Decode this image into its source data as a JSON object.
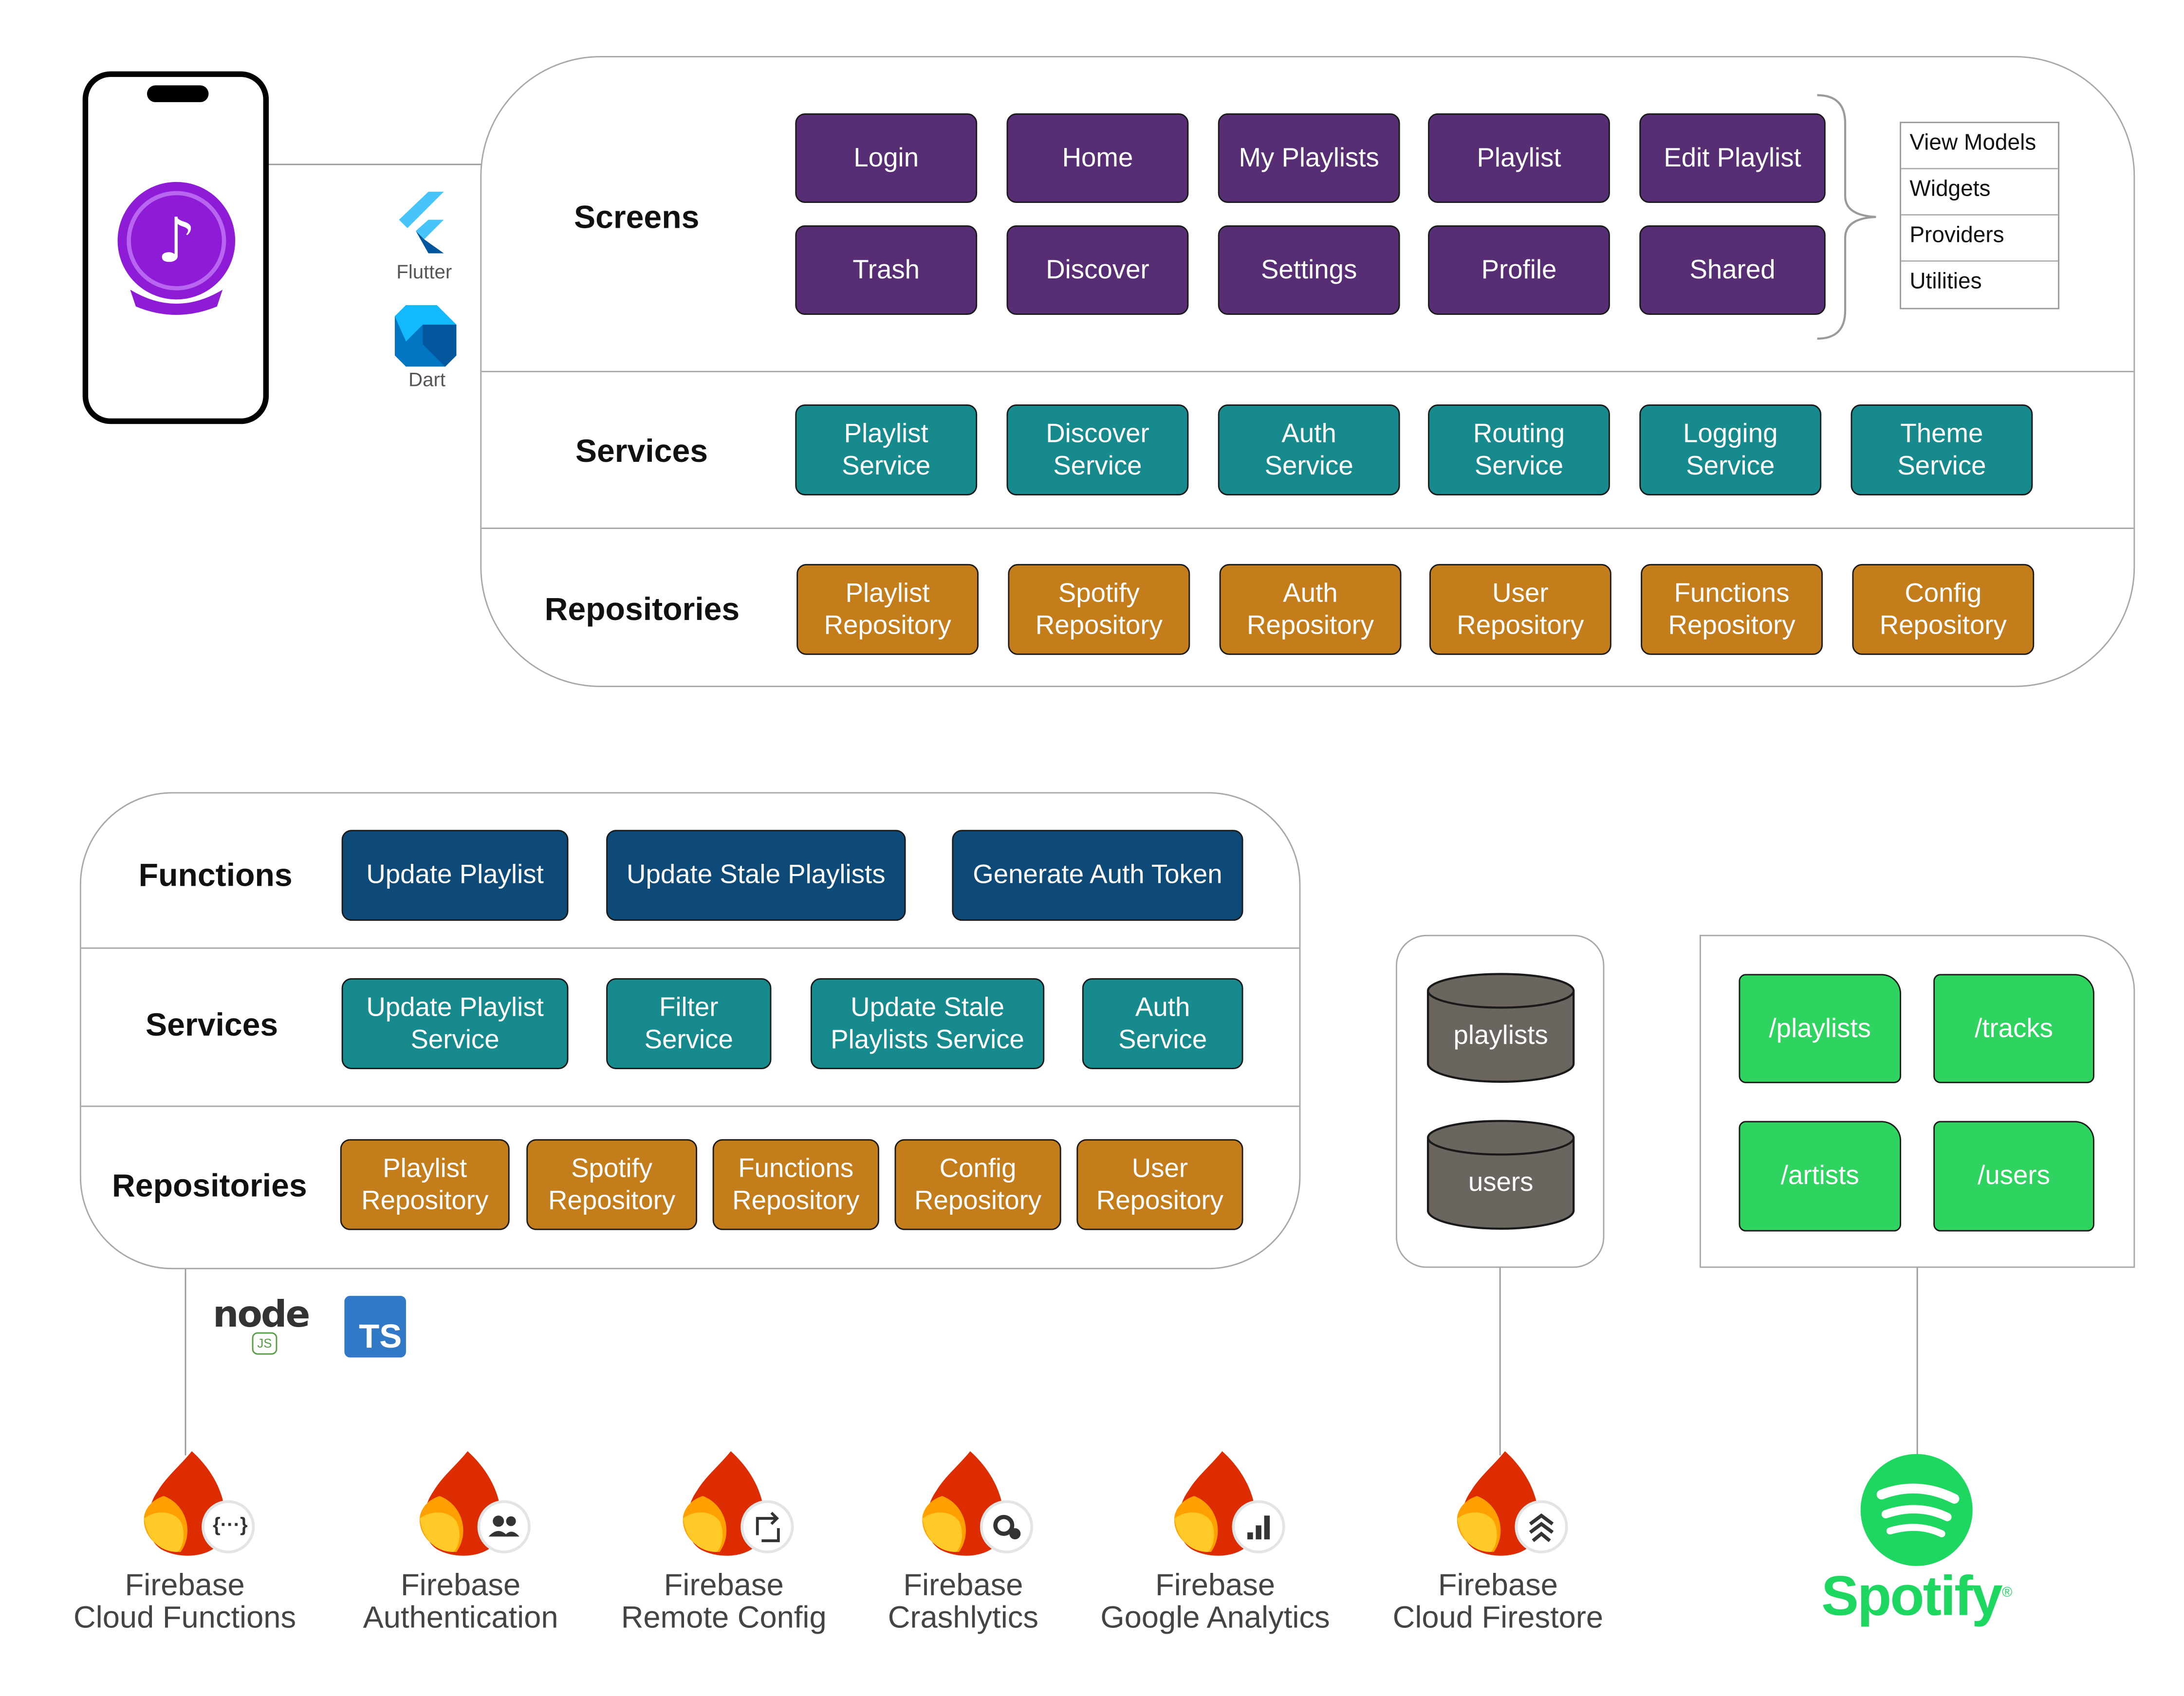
{
  "top": {
    "tech": {
      "flutter": "Flutter",
      "dart": "Dart"
    },
    "layers": {
      "screens": "Screens",
      "services": "Services",
      "repositories": "Repositories"
    },
    "screens": [
      "Login",
      "Home",
      "My Playlists",
      "Playlist",
      "Edit Playlist",
      "Trash",
      "Discover",
      "Settings",
      "Profile",
      "Shared"
    ],
    "screen_parts": [
      "View Models",
      "Widgets",
      "Providers",
      "Utilities"
    ],
    "services": [
      "Playlist\nService",
      "Discover\nService",
      "Auth\nService",
      "Routing\nService",
      "Logging\nService",
      "Theme\nService"
    ],
    "repositories": [
      "Playlist\nRepository",
      "Spotify\nRepository",
      "Auth\nRepository",
      "User\nRepository",
      "Functions\nRepository",
      "Config\nRepository"
    ]
  },
  "backend": {
    "layers": {
      "functions": "Functions",
      "services": "Services",
      "repositories": "Repositories"
    },
    "functions": [
      "Update Playlist",
      "Update Stale Playlists",
      "Generate Auth Token"
    ],
    "services": [
      "Update Playlist\nService",
      "Filter\nService",
      "Update Stale\nPlaylists Service",
      "Auth\nService"
    ],
    "repositories": [
      "Playlist\nRepository",
      "Spotify\nRepository",
      "Functions\nRepository",
      "Config\nRepository",
      "User\nRepository"
    ],
    "tech": {
      "node": "node",
      "node_js": "JS",
      "typescript": "TS"
    }
  },
  "firestore": {
    "collections": [
      "playlists",
      "users"
    ]
  },
  "spotify_api": {
    "endpoints": [
      "/playlists",
      "/tracks",
      "/artists",
      "/users"
    ]
  },
  "firebase": [
    {
      "line1": "Firebase",
      "line2": "Cloud Functions",
      "icon": "functions-icon"
    },
    {
      "line1": "Firebase",
      "line2": "Authentication",
      "icon": "people-icon"
    },
    {
      "line1": "Firebase",
      "line2": "Remote Config",
      "icon": "remote-config-icon"
    },
    {
      "line1": "Firebase",
      "line2": "Crashlytics",
      "icon": "crashlytics-icon"
    },
    {
      "line1": "Firebase",
      "line2": "Google Analytics",
      "icon": "analytics-icon"
    },
    {
      "line1": "Firebase",
      "line2": "Cloud Firestore",
      "icon": "firestore-icon"
    }
  ],
  "spotify_logo": {
    "wordmark": "Spotify",
    "mark": "®"
  },
  "colors": {
    "screen": "#572e74",
    "service": "#178a8e",
    "repository": "#c47d1b",
    "function": "#0d4a78",
    "endpoint": "#2ed45f",
    "database": "#6b6560",
    "spotify": "#1ed760",
    "firebase_orange": "#f57c00",
    "app_icon": "#8e1cd6"
  }
}
